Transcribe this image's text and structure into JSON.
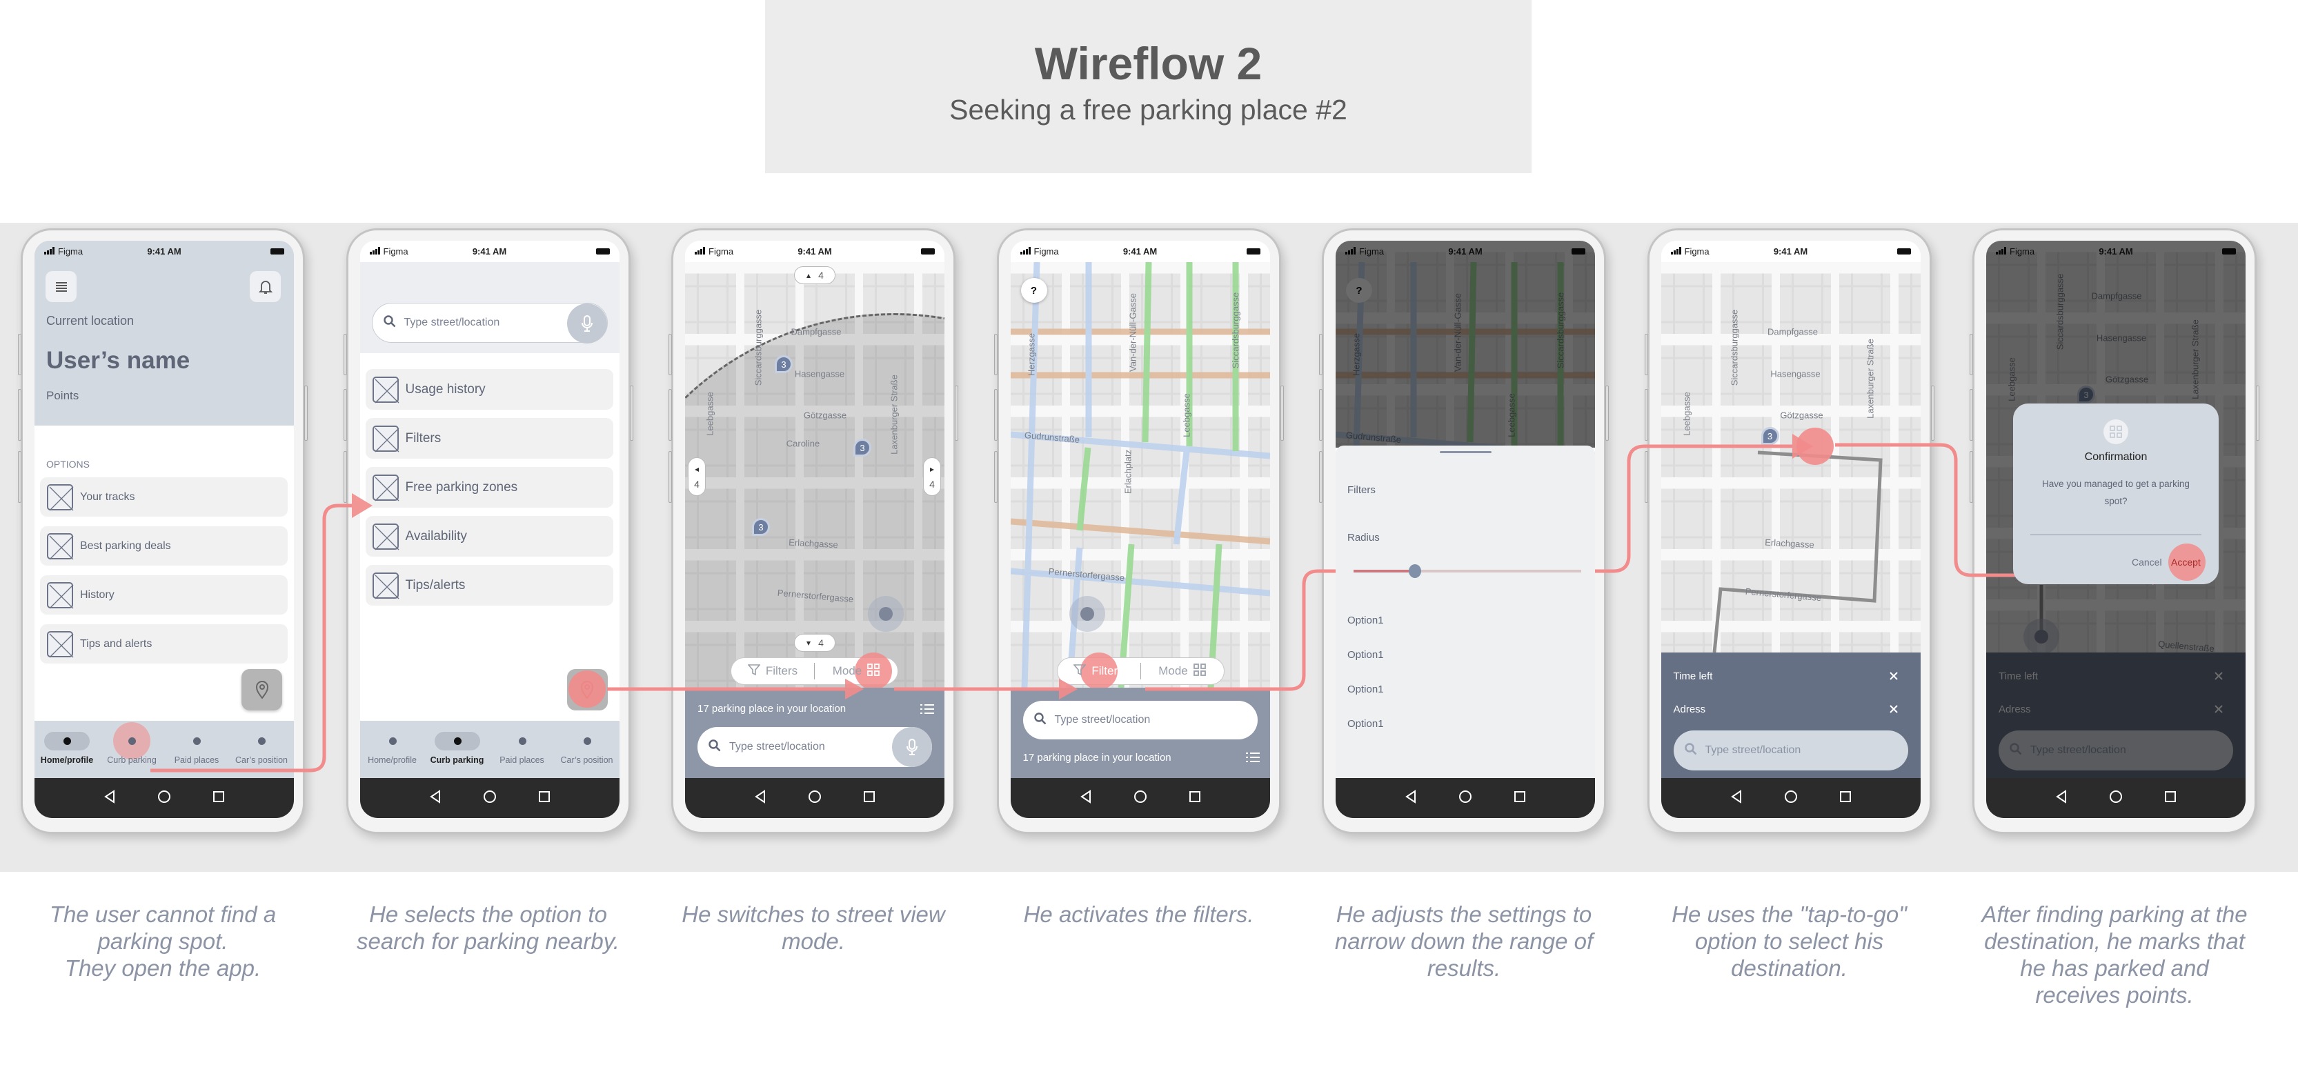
{
  "header": {
    "title": "Wireflow 2",
    "subtitle": "Seeking a free parking place #2"
  },
  "status": {
    "carrier": "Figma",
    "time": "9:41 AM"
  },
  "nav_labels": [
    "Home/profile",
    "Curb parking",
    "Paid places",
    "Car’s position"
  ],
  "screens": [
    {
      "current_location_label": "Current location",
      "user_name": "User’s name",
      "points_label": "Points",
      "options_heading": "OPTIONS",
      "options": [
        "Your tracks",
        "Best parking deals",
        "History",
        "Tips and alerts"
      ],
      "active_nav": 0
    },
    {
      "search_placeholder": "Type street/location",
      "menu": [
        "Usage history",
        "Filters",
        "Free parking zones",
        "Availability",
        "Tips/alerts"
      ],
      "active_nav": 1
    },
    {
      "chip_counts": [
        "4",
        "4",
        "4",
        "4"
      ],
      "markers": [
        "3",
        "3",
        "3"
      ],
      "filters_label": "Filters",
      "mode_label": "Mode",
      "count_text": "17 parking place in your location",
      "search_placeholder": "Type street/location",
      "streets": [
        "Dampfgasse",
        "Hasengasse",
        "Götzgasse",
        "Caroline",
        "Erlachgasse",
        "Pernerstorfergasse",
        "Siccardsburggasse",
        "Leebgasse",
        "Laxenburger Straße"
      ]
    },
    {
      "help_label": "?",
      "filters_label": "Filters",
      "mode_label": "Mode",
      "search_placeholder": "Type street/location",
      "count_text": "17 parking place in your location",
      "streets": [
        "Gudrunstraße",
        "Pernerstorfergasse",
        "Herzgasse",
        "Van-der-Nüll-Gasse",
        "Leebgasse",
        "Siccardsburggasse",
        "Erlachplatz"
      ]
    },
    {
      "help_label": "?",
      "filters_title": "Filters",
      "radius_label": "Radius",
      "radius_value": 0.27,
      "options": [
        "Option1",
        "Option1",
        "Option1",
        "Option1"
      ],
      "streets": [
        "Gudrunstraße",
        "Herzgasse",
        "Van-der-Nüll-Gasse",
        "Leebgasse",
        "Siccardsburggasse"
      ]
    },
    {
      "marker": "3",
      "time_left_label": "Time left",
      "address_label": "Adress",
      "search_placeholder": "Type street/location",
      "streets": [
        "Dampfgasse",
        "Hasengasse",
        "Götzgasse",
        "Erlachgasse",
        "Siccardsburggasse",
        "Leebgasse",
        "Laxenburger Straße",
        "Pernerstorfergasse"
      ]
    },
    {
      "marker": "3",
      "dialog": {
        "title": "Confirmation",
        "message": "Have you managed to get a parking spot?",
        "cancel": "Cancel",
        "accept": "Accept"
      },
      "time_left_label": "Time left",
      "address_label": "Adress",
      "search_placeholder": "Type street/location",
      "streets": [
        "Dampfgasse",
        "Hasengasse",
        "Götzgasse",
        "Siccardsburggasse",
        "Leebgasse",
        "Laxenburger Straße",
        "Quellenstraße"
      ]
    }
  ],
  "captions": [
    "The user cannot find a\nparking spot.\nThey open the app.",
    "He selects the option to search for parking nearby.",
    "He switches to street view mode.",
    "He activates the filters.",
    "He adjusts the settings to narrow down the range of results.",
    "He uses the \"tap-to-go\" option to select his destination.",
    "After finding parking at the destination, he marks that he has parked and receives points."
  ],
  "colors": {
    "accent": "#f28b8b",
    "header_gray": "#d3d9e0",
    "text": "#5f6677",
    "panel": "#8e97a8",
    "panel_dark": "#667085"
  }
}
